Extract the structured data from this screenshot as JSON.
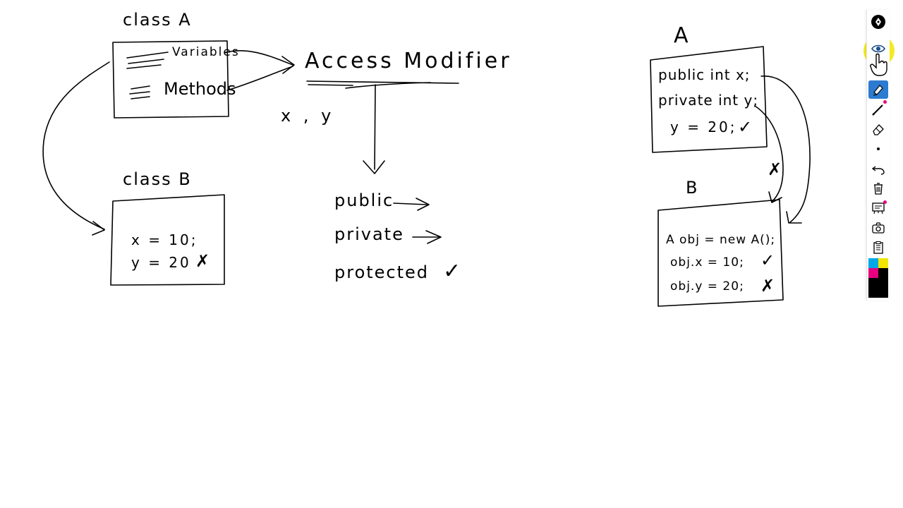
{
  "left": {
    "class_a_heading": "class A",
    "class_a_variables": "Variables",
    "class_a_methods": "Methods",
    "access_modifier": "Access Modifier",
    "xy_note": "x , y",
    "class_b_heading": "class B",
    "class_b_line1": "x = 10;",
    "class_b_line2": "y = 20",
    "modifiers": [
      {
        "label": "public",
        "mark": "→"
      },
      {
        "label": "private",
        "mark": "→"
      },
      {
        "label": "protected",
        "mark": "✓"
      }
    ]
  },
  "right": {
    "box_a_heading": "A",
    "box_a_line1": "public int x;",
    "box_a_line2": "private int y;",
    "box_a_line3": "y = 20;",
    "box_a_mark": "✓",
    "box_b_heading": "B",
    "box_b_line1": "A obj = new A();",
    "box_b_line2": "obj.x = 10;",
    "box_b_line2_mark": "✓",
    "box_b_line3": "obj.y = 20;",
    "box_b_line3_mark": "✗",
    "cross_mark": "✗"
  },
  "toolbar": {
    "tools": [
      {
        "name": "pen-logo-icon"
      },
      {
        "name": "eye-icon"
      },
      {
        "name": "highlighter-icon"
      },
      {
        "name": "pen-icon"
      },
      {
        "name": "eraser-icon"
      },
      {
        "name": "dot-size-icon"
      },
      {
        "name": "undo-icon"
      },
      {
        "name": "trash-icon"
      },
      {
        "name": "whiteboard-icon"
      },
      {
        "name": "camera-icon"
      },
      {
        "name": "clipboard-icon"
      }
    ],
    "colors": [
      "#00a8e8",
      "#f2e600",
      "#e6007e",
      "#000000"
    ],
    "accent": "#2c7bd0",
    "highlight": "#f0e600"
  }
}
